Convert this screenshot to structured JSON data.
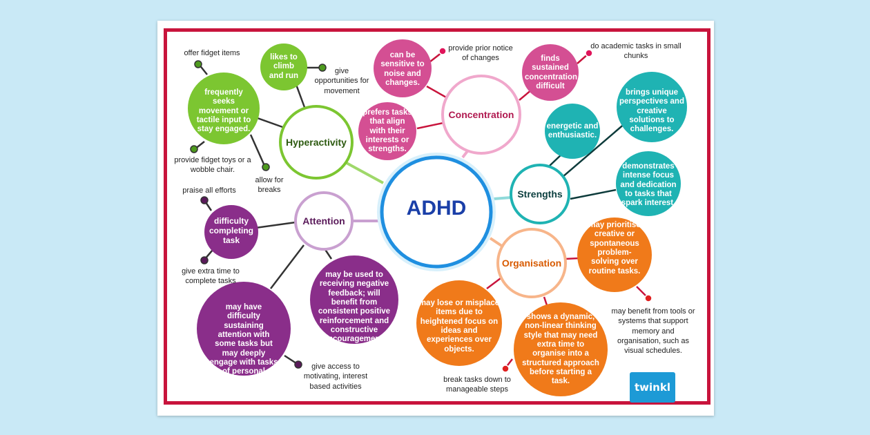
{
  "center": {
    "label": "ADHD"
  },
  "hubs": {
    "hyperactivity": "Hyperactivity",
    "attention": "Attention",
    "concentration": "Concentration",
    "strengths": "Strengths",
    "organisation": "Organisation"
  },
  "bubbles": {
    "frequently_seeks": "frequently seeks movement or tactile input to stay engaged.",
    "likes_to_climb": "likes to climb and run",
    "difficulty_completing": "difficulty completing task",
    "may_have_difficulty": "may have difficulty sustaining attention with some tasks but may deeply engage with tasks of personal interest.",
    "negative_feedback": "may be used to receiving negative feedback; will benefit from consistent positive reinforcement and constructive encouragement.",
    "sensitive_noise": "can be sensitive to noise and changes.",
    "prefers_tasks": "prefers tasks that align with their interests or strengths.",
    "finds_sustained": "finds sustained concentration difficult",
    "energetic": "energetic and enthusiastic.",
    "unique_perspectives": "brings unique perspectives and creative solutions to challenges.",
    "intense_focus": "demonstrates intense focus and dedication to tasks that spark interest.",
    "prioritise_creative": "may prioritise creative or spontaneous problem-solving over routine tasks.",
    "lose_items": "may lose or misplace items due to heightened focus on ideas and experiences over objects.",
    "dynamic_thinking": "shows a dynamic, non-linear thinking style that may need extra time to organise into a structured approach before starting a task."
  },
  "notes": {
    "offer_fidget": "offer fidget items",
    "give_opportunities": "give opportunities for movement",
    "fidget_toys": "provide fidget toys or a wobble chair.",
    "allow_breaks": "allow for breaks",
    "praise_efforts": "praise all efforts",
    "extra_time": "give extra time to complete tasks",
    "motivating": "give access to motivating, interest based activities",
    "prior_notice": "provide prior notice of changes",
    "small_chunks": "do academic tasks in small chunks",
    "tools_systems": "may benefit from tools or systems that support memory and organisation, such as visual schedules.",
    "break_tasks": "break tasks down to manageable steps"
  },
  "logo": {
    "text": "twinkl"
  },
  "colors": {
    "border": "#c8143c",
    "center": "#1f8fe0",
    "hyperactivity": "#7cc631",
    "attention": "#8a2e8a",
    "concentration": "#d44f93",
    "strengths": "#1fb3b3",
    "organisation": "#f07a1a"
  }
}
